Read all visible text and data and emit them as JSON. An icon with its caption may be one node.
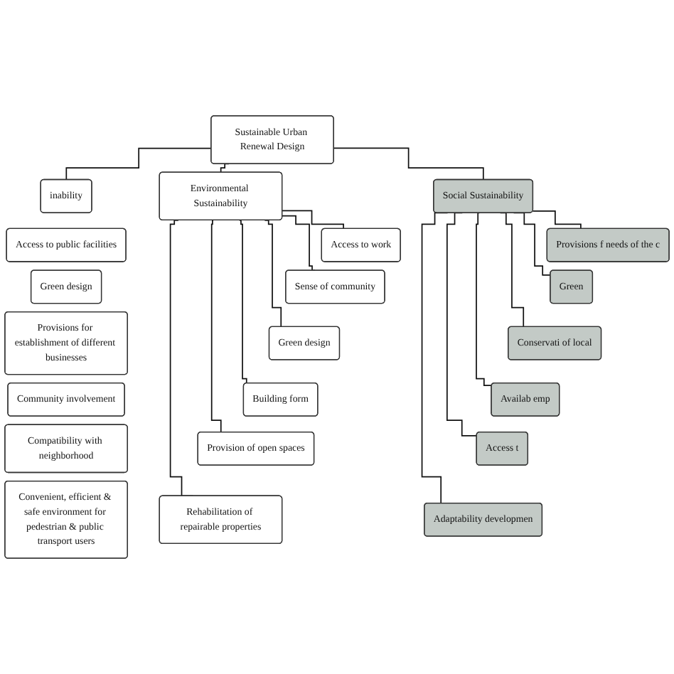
{
  "diagram": {
    "nodes": [
      {
        "text": [
          "Sustainable Urban Renewal Design"
        ]
      },
      {
        "text": [
          "inability"
        ]
      },
      {
        "text": [
          "Environmental Sustainability"
        ]
      },
      {
        "text": [
          "Social Sustainability"
        ]
      },
      {
        "text": [
          "Access to public facilities"
        ]
      },
      {
        "text": [
          "Green design"
        ]
      },
      {
        "text": [
          "Provisions for establishment of different businesses"
        ]
      },
      {
        "text": [
          "Community involvement"
        ]
      },
      {
        "text": [
          "Compatibility with neighborhood"
        ]
      },
      {
        "text": [
          "Convenient, efficient & safe environment for pedestrian & public transport users"
        ]
      },
      {
        "text": [
          "Access to work"
        ]
      },
      {
        "text": [
          "Sense of community"
        ]
      },
      {
        "text": [
          "Green design"
        ]
      },
      {
        "text": [
          "Building form"
        ]
      },
      {
        "text": [
          "Provision of open spaces"
        ]
      },
      {
        "text": [
          "Rehabilitation of repairable properties"
        ]
      },
      {
        "text": [
          "Provisions f needs of the c"
        ]
      },
      {
        "text": [
          "Green"
        ]
      },
      {
        "text": [
          "Conservati of local"
        ]
      },
      {
        "text": [
          "Availab emp"
        ]
      },
      {
        "text": [
          "Access t"
        ]
      },
      {
        "text": [
          "Adaptability developmen"
        ]
      }
    ],
    "edges": [
      {
        "from": 0,
        "to": 1,
        "arrow": "none"
      },
      {
        "from": 0,
        "to": 2,
        "arrow": "none"
      },
      {
        "from": 0,
        "to": 3,
        "arrow": "none"
      },
      {
        "from": 2,
        "to": 10,
        "arrow": "none"
      },
      {
        "from": 2,
        "to": 11,
        "arrow": "none"
      },
      {
        "from": 2,
        "to": 12,
        "arrow": "none"
      },
      {
        "from": 2,
        "to": 13,
        "arrow": "none"
      },
      {
        "from": 2,
        "to": 14,
        "arrow": "none"
      },
      {
        "from": 2,
        "to": 15,
        "arrow": "none"
      },
      {
        "from": 3,
        "to": 16,
        "arrow": "none"
      },
      {
        "from": 3,
        "to": 17,
        "arrow": "none"
      },
      {
        "from": 3,
        "to": 18,
        "arrow": "none"
      },
      {
        "from": 3,
        "to": 19,
        "arrow": "none"
      },
      {
        "from": 3,
        "to": 20,
        "arrow": "none"
      },
      {
        "from": 3,
        "to": 21,
        "arrow": "none"
      }
    ]
  }
}
